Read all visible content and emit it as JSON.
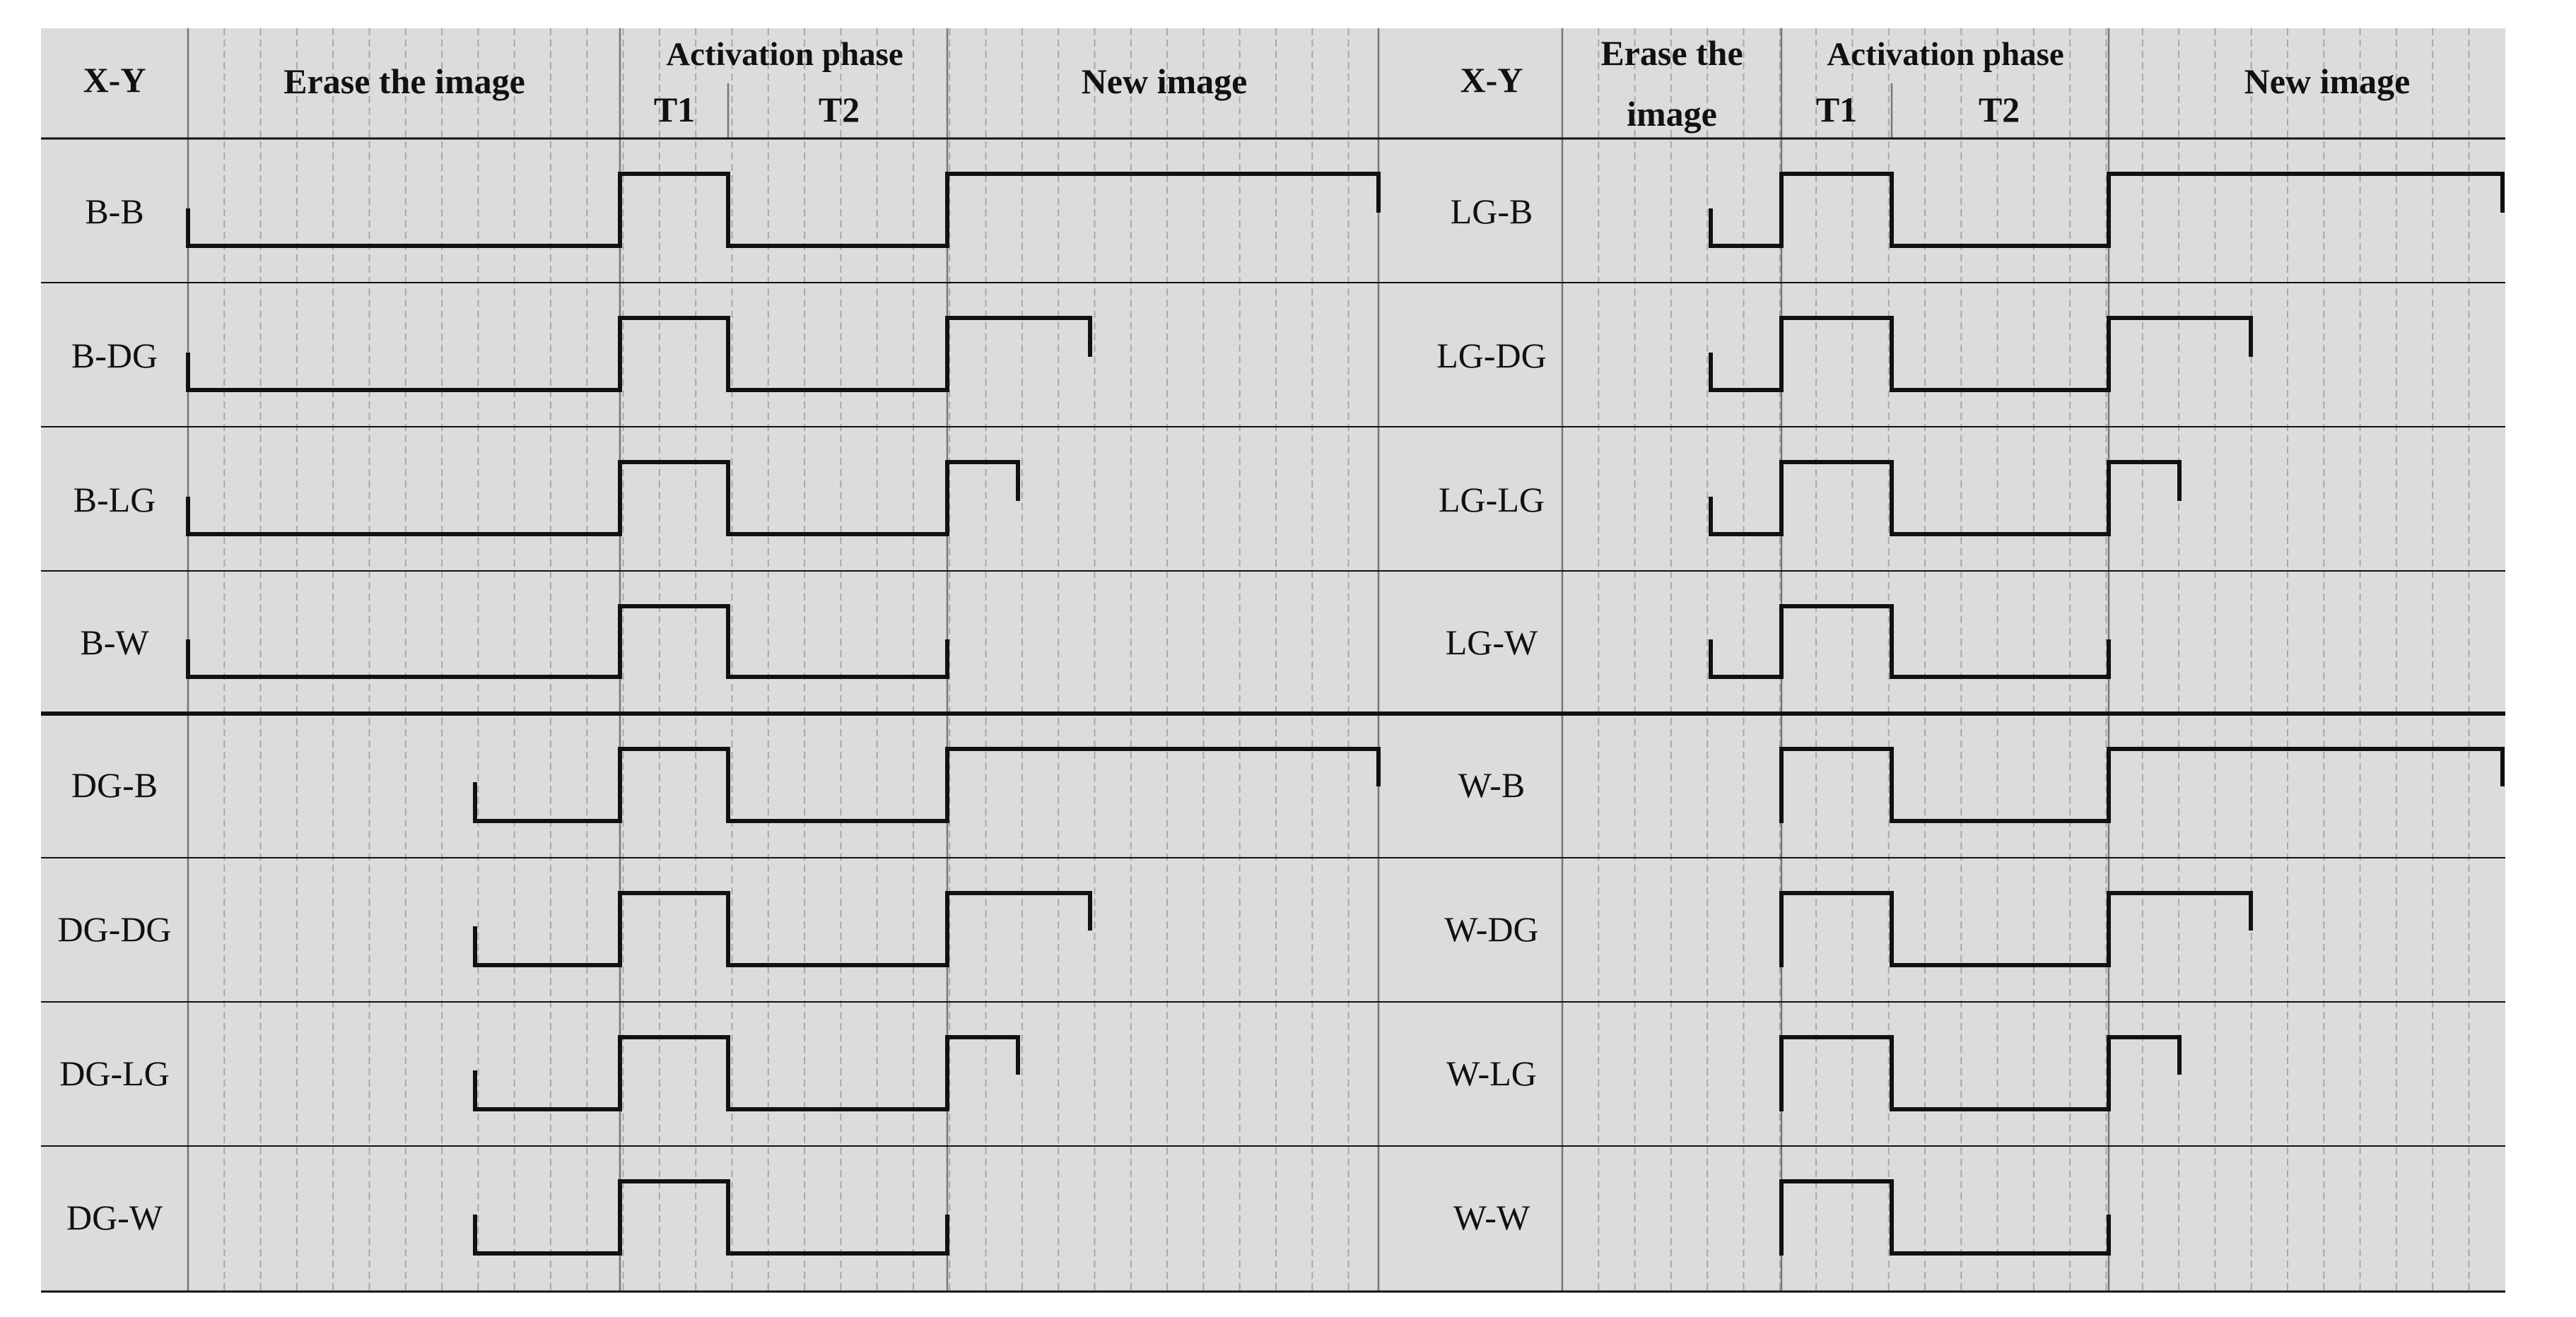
{
  "colors": {
    "background": "#dcdcdc",
    "grid": "#a8a8a8",
    "border": "#111111",
    "waveform": "#111111"
  },
  "panels": [
    {
      "header": {
        "xy": "X-Y",
        "erase": "Erase the image",
        "activation": "Activation phase",
        "t1": "T1",
        "t2": "T2",
        "new_image": "New image"
      },
      "rows": [
        {
          "label": "B-B",
          "waveform": "B-B"
        },
        {
          "label": "B-DG",
          "waveform": "B-DG"
        },
        {
          "label": "B-LG",
          "waveform": "B-LG"
        },
        {
          "label": "B-W",
          "waveform": "B-W"
        },
        {
          "label": "DG-B",
          "waveform": "DG-B"
        },
        {
          "label": "DG-DG",
          "waveform": "DG-DG"
        },
        {
          "label": "DG-LG",
          "waveform": "DG-LG"
        },
        {
          "label": "DG-W",
          "waveform": "DG-W"
        }
      ]
    },
    {
      "header": {
        "xy": "X-Y",
        "erase_line1": "Erase the",
        "erase_line2": "image",
        "activation": "Activation phase",
        "t1": "T1",
        "t2": "T2",
        "new_image": "New image"
      },
      "rows": [
        {
          "label": "LG-B",
          "waveform": "LG-B"
        },
        {
          "label": "LG-DG",
          "waveform": "LG-DG"
        },
        {
          "label": "LG-LG",
          "waveform": "LG-LG"
        },
        {
          "label": "LG-W",
          "waveform": "LG-W"
        },
        {
          "label": "W-B",
          "waveform": "W-B"
        },
        {
          "label": "W-DG",
          "waveform": "W-DG"
        },
        {
          "label": "W-LG",
          "waveform": "W-LG"
        },
        {
          "label": "W-W",
          "waveform": "W-W"
        }
      ]
    }
  ]
}
